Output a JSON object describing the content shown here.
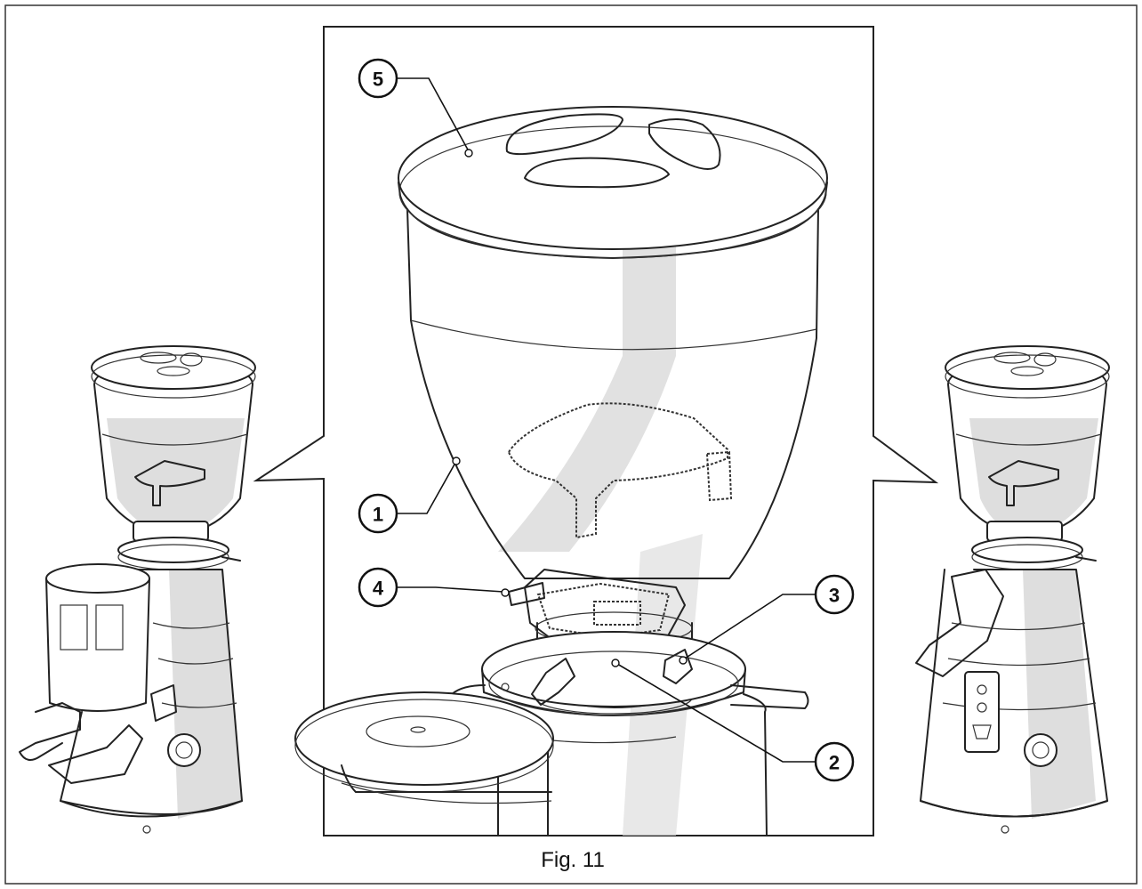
{
  "figure": {
    "caption": "Fig. 11",
    "callouts": [
      {
        "number": "5"
      },
      {
        "number": "1"
      },
      {
        "number": "4"
      },
      {
        "number": "3"
      },
      {
        "number": "2"
      }
    ]
  }
}
